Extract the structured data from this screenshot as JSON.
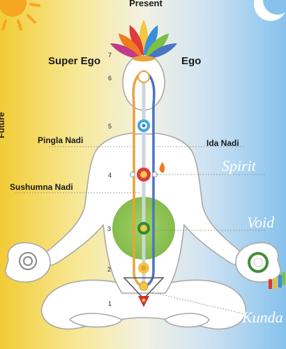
{
  "labels": {
    "present": "Present",
    "super_ego": "Super Ego",
    "ego": "Ego",
    "pingla_nadi": "Pingla Nadi",
    "ida_nadi": "Ida Nadi",
    "sushumna_nadi": "Sushumna Nadi",
    "spirit": "Spirit",
    "void": "Void",
    "kundalini_partial": "Kunda",
    "left_edge_partial": "Future"
  },
  "chakra_numbers": [
    "1",
    "2",
    "3",
    "4",
    "5",
    "6",
    "7"
  ],
  "colors": {
    "left_background": "#f4d23a",
    "right_background": "#8fc6ec",
    "body_fill": "#ffffff",
    "body_outline": "#a9a9a9",
    "pingala_channel": "#e9a33c",
    "ida_channel": "#4a74c4",
    "sushumna_channel": "#cfd4da",
    "void_circle": "#86bf4b",
    "heart_chakra": "#e03a3a",
    "throat_chakra": "#45a8e0",
    "kundalini_triangle": "#d0302a"
  },
  "icons": [
    "sun-icon",
    "moon-icon",
    "lotus-crown-icon"
  ]
}
